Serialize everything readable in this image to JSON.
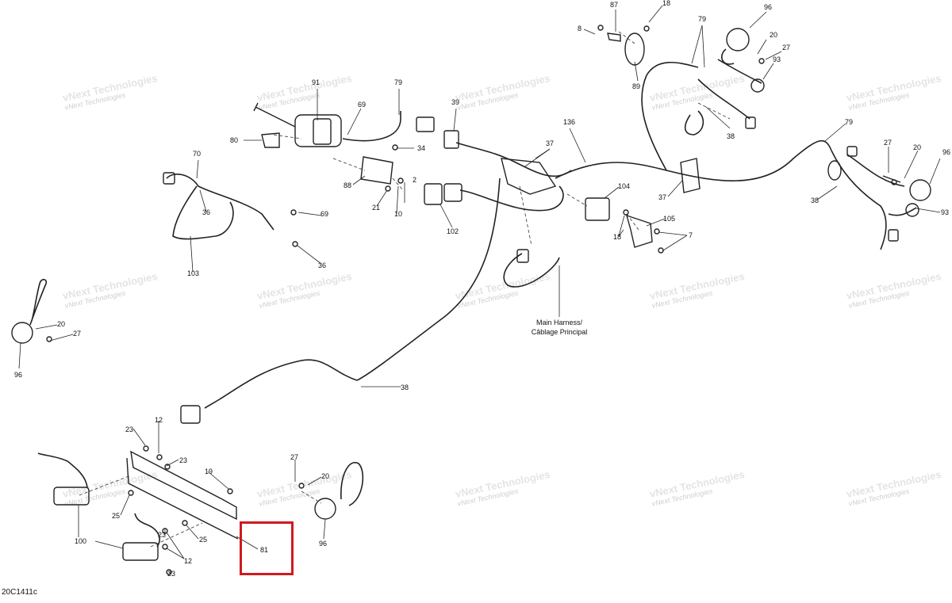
{
  "figure": {
    "code": "20C1411c"
  },
  "watermark": {
    "line1": "vNext Technologies",
    "line2": "vNext Technologies"
  },
  "callouts": [
    {
      "id": "c8",
      "text": "8"
    },
    {
      "id": "c87",
      "text": "87"
    },
    {
      "id": "c18a",
      "text": "18"
    },
    {
      "id": "c79a",
      "text": "79"
    },
    {
      "id": "c96a",
      "text": "96"
    },
    {
      "id": "c20a",
      "text": "20"
    },
    {
      "id": "c27a",
      "text": "27"
    },
    {
      "id": "c93a",
      "text": "93"
    },
    {
      "id": "c89",
      "text": "89"
    },
    {
      "id": "c38a",
      "text": "38"
    },
    {
      "id": "c91",
      "text": "91"
    },
    {
      "id": "c79b",
      "text": "79"
    },
    {
      "id": "c69a",
      "text": "69"
    },
    {
      "id": "c39",
      "text": "39"
    },
    {
      "id": "c136",
      "text": "136"
    },
    {
      "id": "c80",
      "text": "80"
    },
    {
      "id": "c34",
      "text": "34"
    },
    {
      "id": "c37a",
      "text": "37"
    },
    {
      "id": "c79c",
      "text": "79"
    },
    {
      "id": "c27b",
      "text": "27"
    },
    {
      "id": "c20b",
      "text": "20"
    },
    {
      "id": "c96b",
      "text": "96"
    },
    {
      "id": "c70",
      "text": "70"
    },
    {
      "id": "c88",
      "text": "88"
    },
    {
      "id": "c2",
      "text": "2"
    },
    {
      "id": "c21",
      "text": "21"
    },
    {
      "id": "c10",
      "text": "10"
    },
    {
      "id": "c104",
      "text": "104"
    },
    {
      "id": "c37b",
      "text": "37"
    },
    {
      "id": "c38b",
      "text": "38"
    },
    {
      "id": "c93b",
      "text": "93"
    },
    {
      "id": "c36a",
      "text": "36"
    },
    {
      "id": "c69b",
      "text": "69"
    },
    {
      "id": "c102",
      "text": "102"
    },
    {
      "id": "c105",
      "text": "105"
    },
    {
      "id": "c18b",
      "text": "18"
    },
    {
      "id": "c7",
      "text": "7"
    },
    {
      "id": "c36b",
      "text": "36"
    },
    {
      "id": "c103",
      "text": "103"
    },
    {
      "id": "c20c",
      "text": "20"
    },
    {
      "id": "c27c",
      "text": "27"
    },
    {
      "id": "c96c",
      "text": "96"
    },
    {
      "id": "c38c",
      "text": "38"
    },
    {
      "id": "c12a",
      "text": "12"
    },
    {
      "id": "c23a",
      "text": "23"
    },
    {
      "id": "c23b",
      "text": "23"
    },
    {
      "id": "c27d",
      "text": "27"
    },
    {
      "id": "c19",
      "text": "19"
    },
    {
      "id": "c20d",
      "text": "20"
    },
    {
      "id": "c25a",
      "text": "25"
    },
    {
      "id": "c23c",
      "text": "23"
    },
    {
      "id": "c25b",
      "text": "25"
    },
    {
      "id": "c96d",
      "text": "96"
    },
    {
      "id": "c81",
      "text": "81"
    },
    {
      "id": "c100",
      "text": "100"
    },
    {
      "id": "c12b",
      "text": "12"
    },
    {
      "id": "c23d",
      "text": "23"
    }
  ],
  "main_harness_label": {
    "line1": "Main Harness/",
    "line2": "Câblage Principal"
  },
  "highlight": {
    "part": "81",
    "color": "#d0191f"
  }
}
